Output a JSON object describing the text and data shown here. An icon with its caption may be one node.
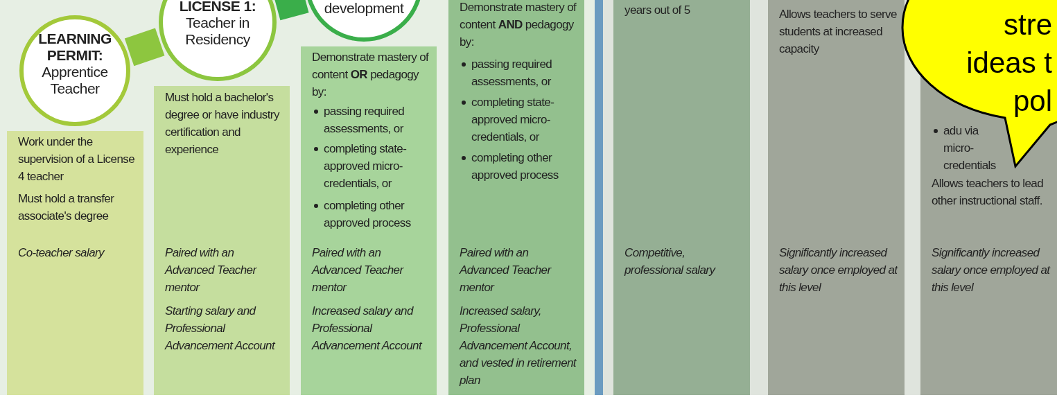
{
  "diagram": {
    "nodes": [
      {
        "text": [
          "**LEARNING PERMIT:** Apprentice Teacher"
        ]
      },
      {
        "text": [
          "Work under the supervision of a License 4 teacher",
          "Must hold a transfer associate's degree",
          "Co-teacher salary"
        ]
      },
      {
        "text": [
          "**LICENSE 1:** Teacher in Residency"
        ]
      },
      {
        "text": [
          "Must hold a bachelor's degree or have industry certification and experience",
          "Paired with an Advanced Teacher mentor",
          "Starting salary and Professional Advancement Account"
        ]
      },
      {
        "text": [
          "development"
        ]
      },
      {
        "text": [
          "Demonstrate mastery of content **OR** pedagogy by:",
          "passing required assessments, or",
          "completing state-approved micro-credentials, or",
          "completing other approved process",
          "Paired with an Advanced Teacher mentor",
          "Increased salary and Professional Advancement Account"
        ]
      },
      {
        "text": [
          "Demonstrate mastery of content **AND** pedagogy by:",
          "passing required assessments, or",
          "completing state-approved micro-credentials, or",
          "completing other approved process",
          "Paired with an Advanced Teacher mentor",
          "Increased salary, Professional Advancement Account, and vested in retirement plan"
        ]
      },
      {
        "text": [
          "years out of 5",
          "Competitive, professional salary"
        ]
      },
      {
        "text": [
          "Allows teachers to serve students at increased capacity",
          "Significantly increased salary once employed at this level"
        ]
      },
      {
        "text": [
          "adu via micro-credentials",
          "Allows teachers to lead other instructional staff.",
          "Significantly increased salary once employed at this level"
        ]
      },
      {
        "text": [
          "stre ideas t pol"
        ]
      }
    ],
    "edges": [
      {
        "from": 0,
        "to": 2,
        "arrow": "none"
      },
      {
        "from": 2,
        "to": 4,
        "arrow": "none",
        "color": "#3aae4a"
      }
    ]
  }
}
